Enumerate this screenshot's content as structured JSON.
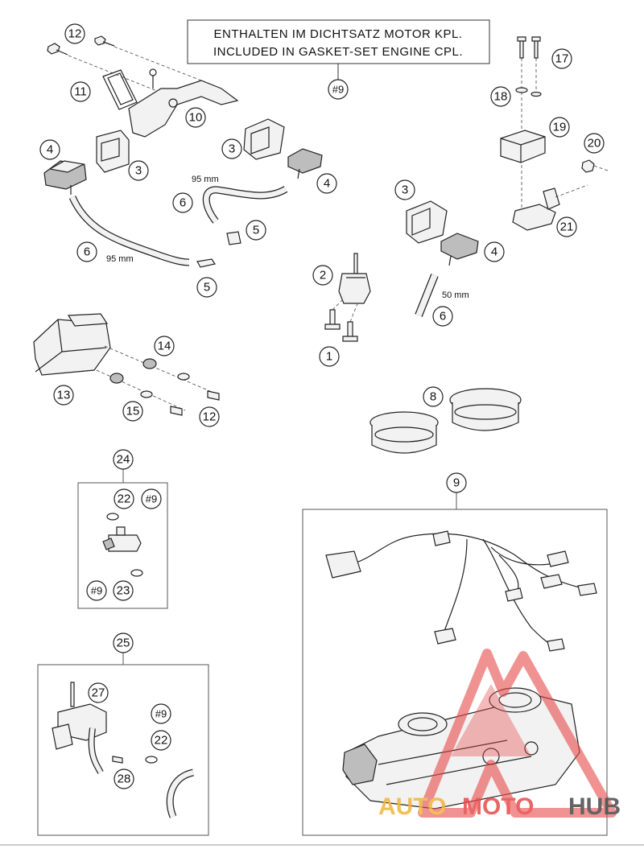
{
  "note": {
    "line1": "ENTHALTEN IM DICHTSATZ MOTOR KPL.",
    "line2": "INCLUDED IN GASKET-SET ENGINE CPL.",
    "ref": "#9"
  },
  "callouts": {
    "c12a": "12",
    "c11": "11",
    "c10": "10",
    "c4a": "4",
    "c3a": "3",
    "c3b": "3",
    "c4b": "4",
    "c6a": "6",
    "c5a": "5",
    "c6b": "6",
    "c5b": "5",
    "c2": "2",
    "c1": "1",
    "c3c": "3",
    "c4c": "4",
    "c6c": "6",
    "c17": "17",
    "c18": "18",
    "c19": "19",
    "c20": "20",
    "c21": "21",
    "c14": "14",
    "c13": "13",
    "c15": "15",
    "c12b": "12",
    "c8": "8",
    "c9": "9",
    "c24": "24",
    "c22a": "22",
    "c9a": "#9",
    "c9b": "#9",
    "c23": "23",
    "c25": "25",
    "c27": "27",
    "c9c": "#9",
    "c22b": "22",
    "c28": "28"
  },
  "dimensions": {
    "d95a": "95 mm",
    "d95b": "95 mm",
    "d50": "50 mm"
  },
  "watermark": {
    "part1": "AUTO",
    "part2": "MOTO",
    "part3": "HUB",
    "color_orange": "#f0b43c",
    "color_red": "#e84a4a",
    "color_dark": "#4a4a4a"
  }
}
